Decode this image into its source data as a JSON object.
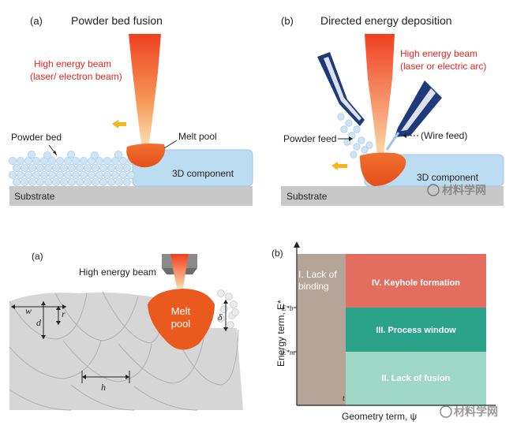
{
  "panel_a": {
    "label": "(a)",
    "title": "Powder bed fusion",
    "beam_label_1": "High energy beam",
    "beam_label_2": "(laser/ electron beam)",
    "powder_bed": "Powder bed",
    "melt_pool": "Melt pool",
    "component": "3D component",
    "substrate": "Substrate"
  },
  "panel_b": {
    "label": "(b)",
    "title": "Directed energy deposition",
    "beam_label_1": "High energy beam",
    "beam_label_2": "(laser or electric arc)",
    "powder_feed": "Powder feed",
    "wire_feed": "(Wire feed)",
    "component": "3D component",
    "substrate": "Substrate",
    "watermark": "材料学网"
  },
  "panel_c": {
    "label": "(a)",
    "beam_label": "High energy beam",
    "melt_1": "Melt",
    "melt_2": "pool",
    "w": "w",
    "d": "d",
    "r": "r",
    "h": "h",
    "delta": "δ"
  },
  "panel_d": {
    "label": "(b)",
    "y_axis": "Energy term, E*",
    "x_axis": "Geometry term, ψ",
    "tick_eb": "E*b",
    "tick_em": "E*m",
    "tick_t": "t",
    "region_1a": "I. Lack of",
    "region_1b": "binding",
    "region_4": "IV. Keyhole formation",
    "region_3": "III. Process window",
    "region_2": "II. Lack of fusion",
    "watermark": "材料学网",
    "colors": {
      "region_1": "#b5a598",
      "region_4": "#e36d5f",
      "region_3": "#2ba38b",
      "region_2": "#9fd8c7"
    }
  }
}
